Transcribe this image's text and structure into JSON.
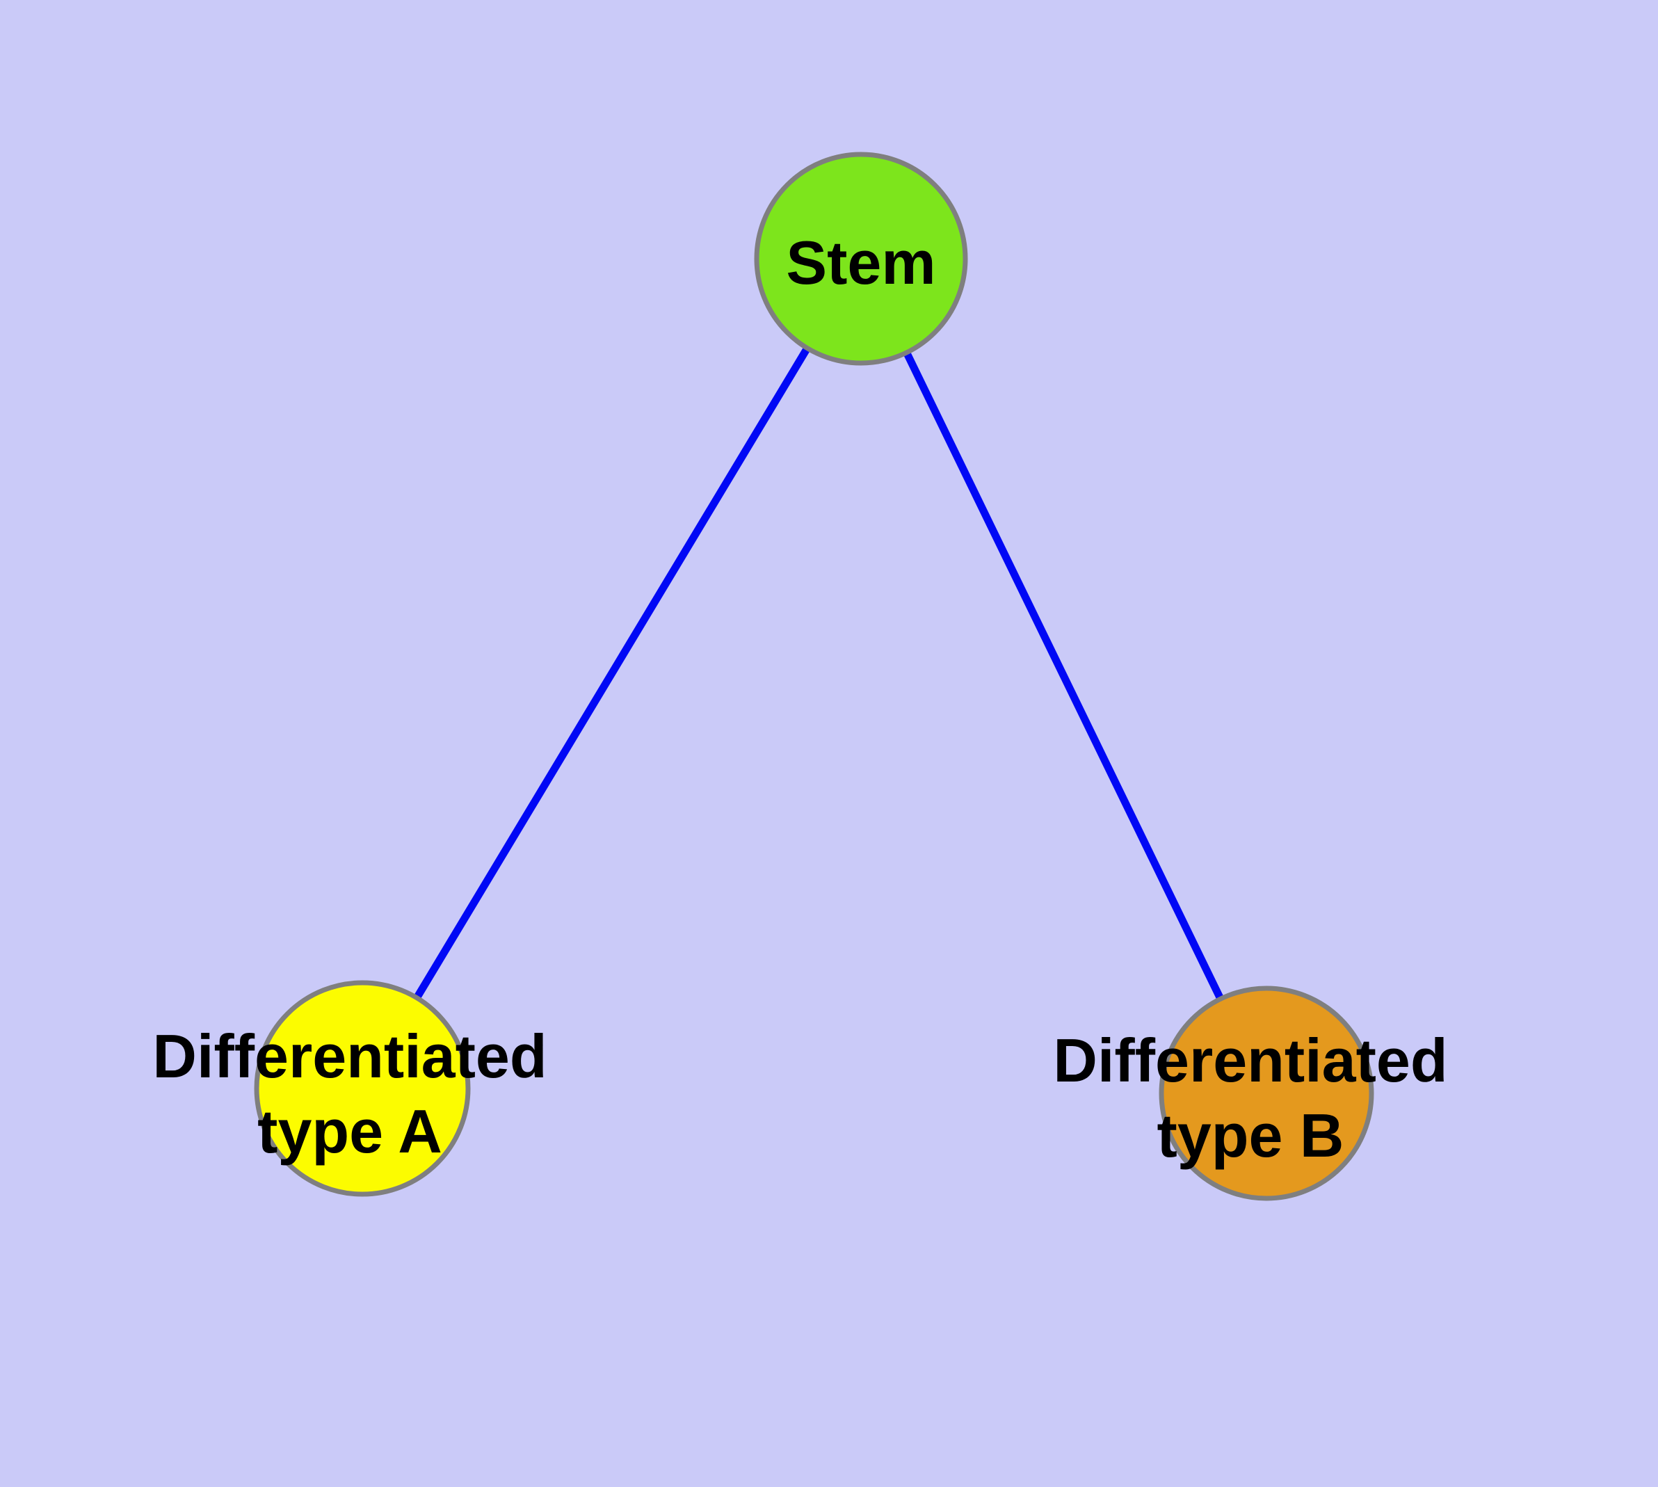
{
  "diagram": {
    "type": "graph",
    "background_color": "#CACAF8",
    "edge_color": "#0008F5",
    "node_border_color": "#7F7F7F",
    "text_color": "#000000",
    "nodes": {
      "stem": {
        "label": "Stem",
        "fill": "#7DE51C"
      },
      "type_a": {
        "label": "Differentiated type A",
        "line1": "Differentiated",
        "line2": "type A",
        "fill": "#FCFC00"
      },
      "type_b": {
        "label": "Differentiated type B",
        "line1": "Differentiated",
        "line2": "type B",
        "fill": "#E4991E"
      }
    },
    "edges": [
      {
        "from": "Stem",
        "to": "Differentiated type A"
      },
      {
        "from": "Stem",
        "to": "Differentiated type B"
      }
    ]
  }
}
